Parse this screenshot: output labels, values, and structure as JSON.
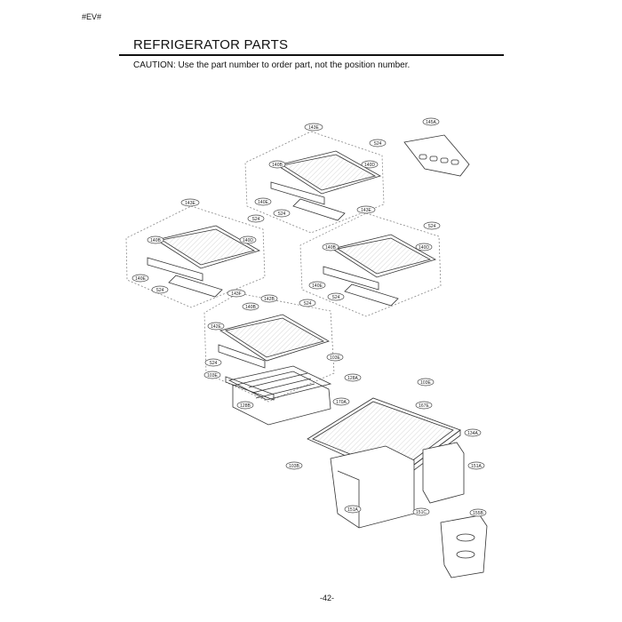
{
  "header": {
    "corner_tag": "#EV#"
  },
  "title": "REFRIGERATOR PARTS",
  "caution": "CAUTION: Use the part number to order part, not the position number.",
  "callouts": {
    "top_shelf": {
      "frame": "143E",
      "glass": "140B",
      "screw_a": "S24",
      "bracket": "140D",
      "rail": "140E",
      "screw_b": "S24"
    },
    "left_shelf": {
      "frame": "143E",
      "glass": "140B",
      "screw_a": "S24",
      "bracket": "140D",
      "rail": "140E",
      "screw_b": "S24"
    },
    "right_shelf": {
      "frame": "143E",
      "glass": "140B",
      "screw_a": "S24",
      "bracket": "140D",
      "rail": "140E",
      "screw_b": "S24"
    },
    "drawer_shelf": {
      "frame": "143F",
      "glass_top": "142B",
      "glass": "140B",
      "screw_a": "S24",
      "cover": "142E",
      "screw_b": "S24",
      "rail_a": "103E",
      "rail_b": "103E",
      "handle": "128A",
      "drawer": "128B",
      "tray": "170A"
    },
    "crisper": {
      "rack": "145A",
      "screw_top": "103E",
      "cover": "167E",
      "cover_frame": "134A",
      "screw_left": "103B",
      "bin_right": "151A",
      "bin_left": "151A",
      "divider": "151C",
      "plate": "155B"
    }
  },
  "footer": {
    "page_number": "-42-"
  }
}
